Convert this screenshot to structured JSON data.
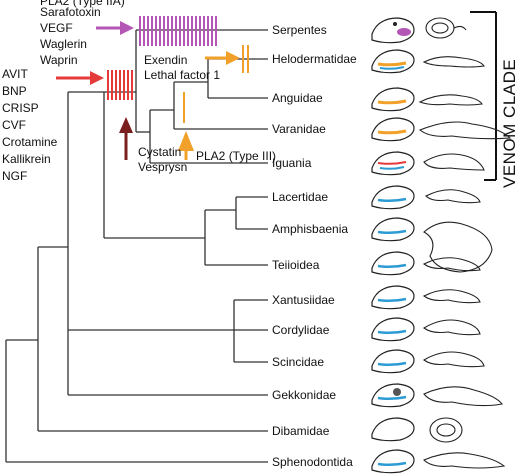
{
  "taxa": [
    {
      "name": "Serpentes"
    },
    {
      "name": "Helodermatidae"
    },
    {
      "name": "Anguidae"
    },
    {
      "name": "Varanidae"
    },
    {
      "name": "Iguania"
    },
    {
      "name": "Lacertidae"
    },
    {
      "name": "Amphisbaenia"
    },
    {
      "name": "Teiioidea"
    },
    {
      "name": "Xantusiidae"
    },
    {
      "name": "Cordylidae"
    },
    {
      "name": "Scincidae"
    },
    {
      "name": "Gekkonidae"
    },
    {
      "name": "Dibamidae"
    },
    {
      "name": "Sphenodontida"
    }
  ],
  "gene_groups": {
    "toxicofera_root": [
      "AVIT",
      "BNP",
      "CRISP",
      "CVF",
      "Crotamine",
      "Kallikrein",
      "NGF"
    ],
    "serpentes": [
      "PLA2 (Type IIA)",
      "Sarafotoxin",
      "VEGF",
      "Waglerin",
      "Waprin"
    ],
    "helodermatidae": [
      "Exendin",
      "Lethal factor 1"
    ],
    "iguania_branch": [
      "Cystatin",
      "Vesprysn"
    ],
    "anguimorpha": "PLA2 (Type III)"
  },
  "clade_label": "VENOM CLADE",
  "colors": {
    "red": "#e53a3a",
    "purple": "#b456b3",
    "orange": "#f1a12a",
    "maroon": "#7b1e1e",
    "blue": "#2c9bd3",
    "line": "#333333"
  }
}
